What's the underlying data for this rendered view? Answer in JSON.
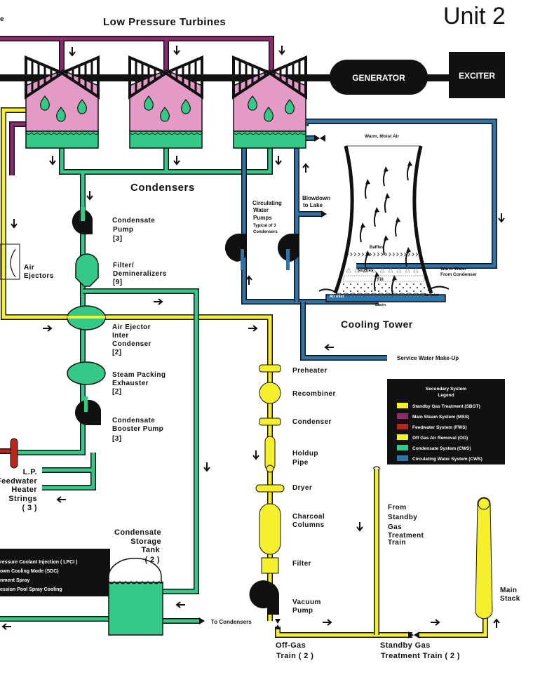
{
  "title": "Unit 2",
  "header_fragment": "e",
  "turbines_title": "Low Pressure Turbines",
  "generator": "GENERATOR",
  "exciter": "EXCITER",
  "condensers_title": "Condensers",
  "labels": {
    "condensate_pump": [
      "Condensate",
      "Pump",
      "[3]"
    ],
    "filter_demin": [
      "Filter/",
      "Demineralizers",
      "[9]"
    ],
    "air_ejectors": [
      "Air",
      "Ejectors"
    ],
    "air_ejector_inter_condenser": [
      "Air Ejector",
      "Inter",
      "Condenser",
      "[2]"
    ],
    "steam_packing_exhauster": [
      "Steam Packing",
      "Exhauster",
      "[2]"
    ],
    "condensate_booster_pump": [
      "Condensate",
      "Booster Pump",
      "[3]"
    ],
    "lp_feedwater_heater": [
      "L.P.",
      "Feedwater",
      "Heater",
      "Strings",
      "( 3 )"
    ],
    "condensate_storage_tank": [
      "Condensate",
      "Storage",
      "Tank",
      "( 2 )"
    ],
    "to_condensers": "To Condensers",
    "circulating_water_pumps": [
      "Circulating",
      "Water",
      "Pumps"
    ],
    "typical_of_3": [
      "Typical of 3",
      "Condensers"
    ],
    "blowdown": [
      "Blowdown",
      "to Lake"
    ],
    "warm_moist_air": "Warm, Moist Air",
    "baffles": "Baffles",
    "nozzles": "Nozzles",
    "fill": "Fill",
    "air_inlet_left": "Air Inlet",
    "air_inlet_right": "Air Inlet",
    "basin": "Basin",
    "warm_water": [
      "Warm Water",
      "From Condenser"
    ],
    "cooling_tower": "Cooling Tower",
    "service_water": "Service Water Make-Up",
    "preheater": "Preheater",
    "recombiner": "Recombiner",
    "og_condenser": "Condenser",
    "holdup_pipe": [
      "Holdup",
      "Pipe"
    ],
    "dryer": "Dryer",
    "charcoal_columns": [
      "Charcoal",
      "Columns"
    ],
    "filter": "Filter",
    "vacuum_pump": [
      "Vacuum",
      "Pump"
    ],
    "from_sbgt": [
      "From",
      "Standby",
      "Gas",
      "Treatment",
      "Train"
    ],
    "off_gas_train": [
      "Off-Gas",
      "Train ( 2 )"
    ],
    "sbgt_train": [
      "Standby Gas",
      "Treatment Train ( 2 )"
    ],
    "main_stack": [
      "Main",
      "Stack"
    ]
  },
  "left_legend": [
    "ressure Coolant Injection ( LPCI )",
    "own Cooling Mode (SDC)",
    "nment Spray",
    "ession Pool Spray Cooling"
  ],
  "legend": {
    "title": [
      "Secondary System",
      "Legend"
    ],
    "items": [
      {
        "label": "Standby Gas Treatment (SBGT)",
        "color": "#f6ef2c"
      },
      {
        "label": "Main Steam System (MSS)",
        "color": "#8e2a72"
      },
      {
        "label": "Feedwater System (FWS)",
        "color": "#b8261c"
      },
      {
        "label": "Off Gas Air Removal (OG)",
        "color": "#f6ef2c"
      },
      {
        "label": "Condensate System (CWS)",
        "color": "#35c987"
      },
      {
        "label": "Circulating Water System (CWS)",
        "color": "#2f74a8"
      }
    ]
  },
  "colors": {
    "main_steam": "#8e2a72",
    "turbine_casing": "#e49ac7",
    "condensate": "#35c987",
    "off_gas": "#f6ef2c",
    "circulating_water": "#2f74a8",
    "feedwater": "#b8261c"
  }
}
